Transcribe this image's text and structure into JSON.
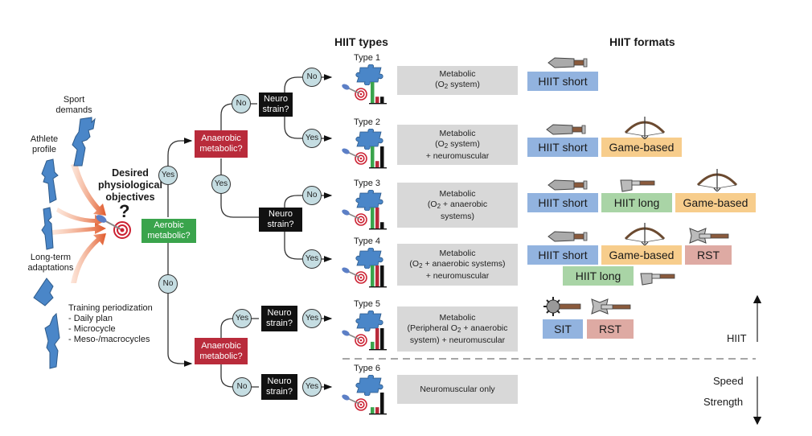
{
  "inputs": {
    "sport_demands": [
      "Sport",
      "demands"
    ],
    "athlete_profile": [
      "Athlete",
      "profile"
    ],
    "long_term": [
      "Long-term",
      "adaptations"
    ],
    "periodization": [
      "Training periodization",
      "- Daily plan",
      "- Microcycle",
      "- Meso-/macrocycles"
    ]
  },
  "objective": {
    "lines": [
      "Desired",
      "physiological",
      "objectives"
    ],
    "mark": "?"
  },
  "decisions": {
    "aerobic": [
      "Aerobic",
      "metabolic?"
    ],
    "anaerobic_top": [
      "Anaerobic",
      "metabolic?"
    ],
    "anaerobic_bottom": [
      "Anaerobic",
      "metabolic?"
    ],
    "neuro": [
      "Neuro",
      "strain?"
    ],
    "neuro_inline": "Neuro strain?"
  },
  "answers": {
    "yes": "Yes",
    "no": "No"
  },
  "headers": {
    "types": "HIIT types",
    "formats": "HIIT formats"
  },
  "types": [
    {
      "label": "Type 1",
      "desc": [
        "Metabolic",
        "(O|2| system)"
      ],
      "bars": {
        "aerobic": 1.0,
        "anaerobic": 0.3,
        "neuromuscular": 0.3
      }
    },
    {
      "label": "Type 2",
      "desc": [
        "Metabolic",
        "(O|2| system)",
        "+ neuromuscular"
      ],
      "bars": {
        "aerobic": 1.0,
        "anaerobic": 0.3,
        "neuromuscular": 1.0
      }
    },
    {
      "label": "Type 3",
      "desc": [
        "Metabolic",
        "(O|2| + anaerobic",
        "systems)"
      ],
      "bars": {
        "aerobic": 1.0,
        "anaerobic": 1.0,
        "neuromuscular": 0.3
      }
    },
    {
      "label": "Type 4",
      "desc": [
        "Metabolic",
        "(O|2| + anaerobic systems)",
        "+ neuromuscular"
      ],
      "bars": {
        "aerobic": 1.0,
        "anaerobic": 1.0,
        "neuromuscular": 1.0
      }
    },
    {
      "label": "Type 5",
      "desc": [
        "Metabolic",
        "(Peripheral O|2| + anaerobic",
        "system) + neuromuscular"
      ],
      "bars": {
        "aerobic": 0.35,
        "anaerobic": 1.0,
        "neuromuscular": 1.0
      }
    },
    {
      "label": "Type 6",
      "desc": [
        "Neuromuscular only"
      ],
      "bars": {
        "aerobic": 0.3,
        "anaerobic": 0.3,
        "neuromuscular": 1.0
      }
    }
  ],
  "formats": {
    "hiit_short": "HIIT short",
    "hiit_long": "HIIT long",
    "game_based": "Game-based",
    "rst": "RST",
    "sit": "SIT"
  },
  "scale": {
    "top": "HIIT",
    "bottom1": "Speed",
    "bottom2": "Strength"
  },
  "colors": {
    "aerobic_green": "#3aa44c",
    "anaerobic_red": "#b92b3b",
    "neuro_black": "#111111",
    "node_fill": "#c5dde2",
    "desc_grey": "#d8d8d8",
    "fmt_blue": "#92b3df",
    "fmt_green": "#a9d4a6",
    "fmt_orange": "#f7cd8c",
    "fmt_pink": "#deaaa3",
    "puzzle_blue": "#4a86c8",
    "arrow_orange": "#e0582a"
  }
}
